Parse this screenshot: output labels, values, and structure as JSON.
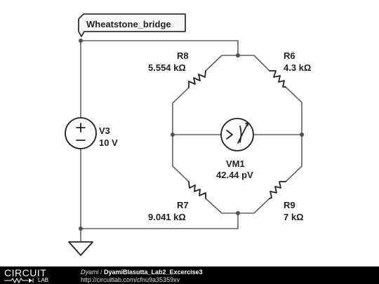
{
  "schematic": {
    "title": "Wheatstone_bridge",
    "components": {
      "R8": {
        "name": "R8",
        "value": "5.554 kΩ"
      },
      "R6": {
        "name": "R6",
        "value": "4.3 kΩ"
      },
      "R7": {
        "name": "R7",
        "value": "9.041 kΩ"
      },
      "R9": {
        "name": "R9",
        "value": "7 kΩ"
      },
      "V3": {
        "name": "V3",
        "value": "10 V"
      },
      "VM1": {
        "name": "VM1",
        "value": "42.44 pV"
      }
    }
  },
  "footer": {
    "logo_top": "CIRCUIT",
    "logo_bottom": "LAB",
    "author": "Dyami",
    "separator": " / ",
    "project": "DyamiBlasutta_Lab2_Excercise3",
    "url": "http://circuitlab.com/cfnu9a35359xv"
  },
  "colors": {
    "wire": "#606060",
    "component": "#222222",
    "footer_bg": "#000000",
    "footer_text": "#ffffff"
  }
}
